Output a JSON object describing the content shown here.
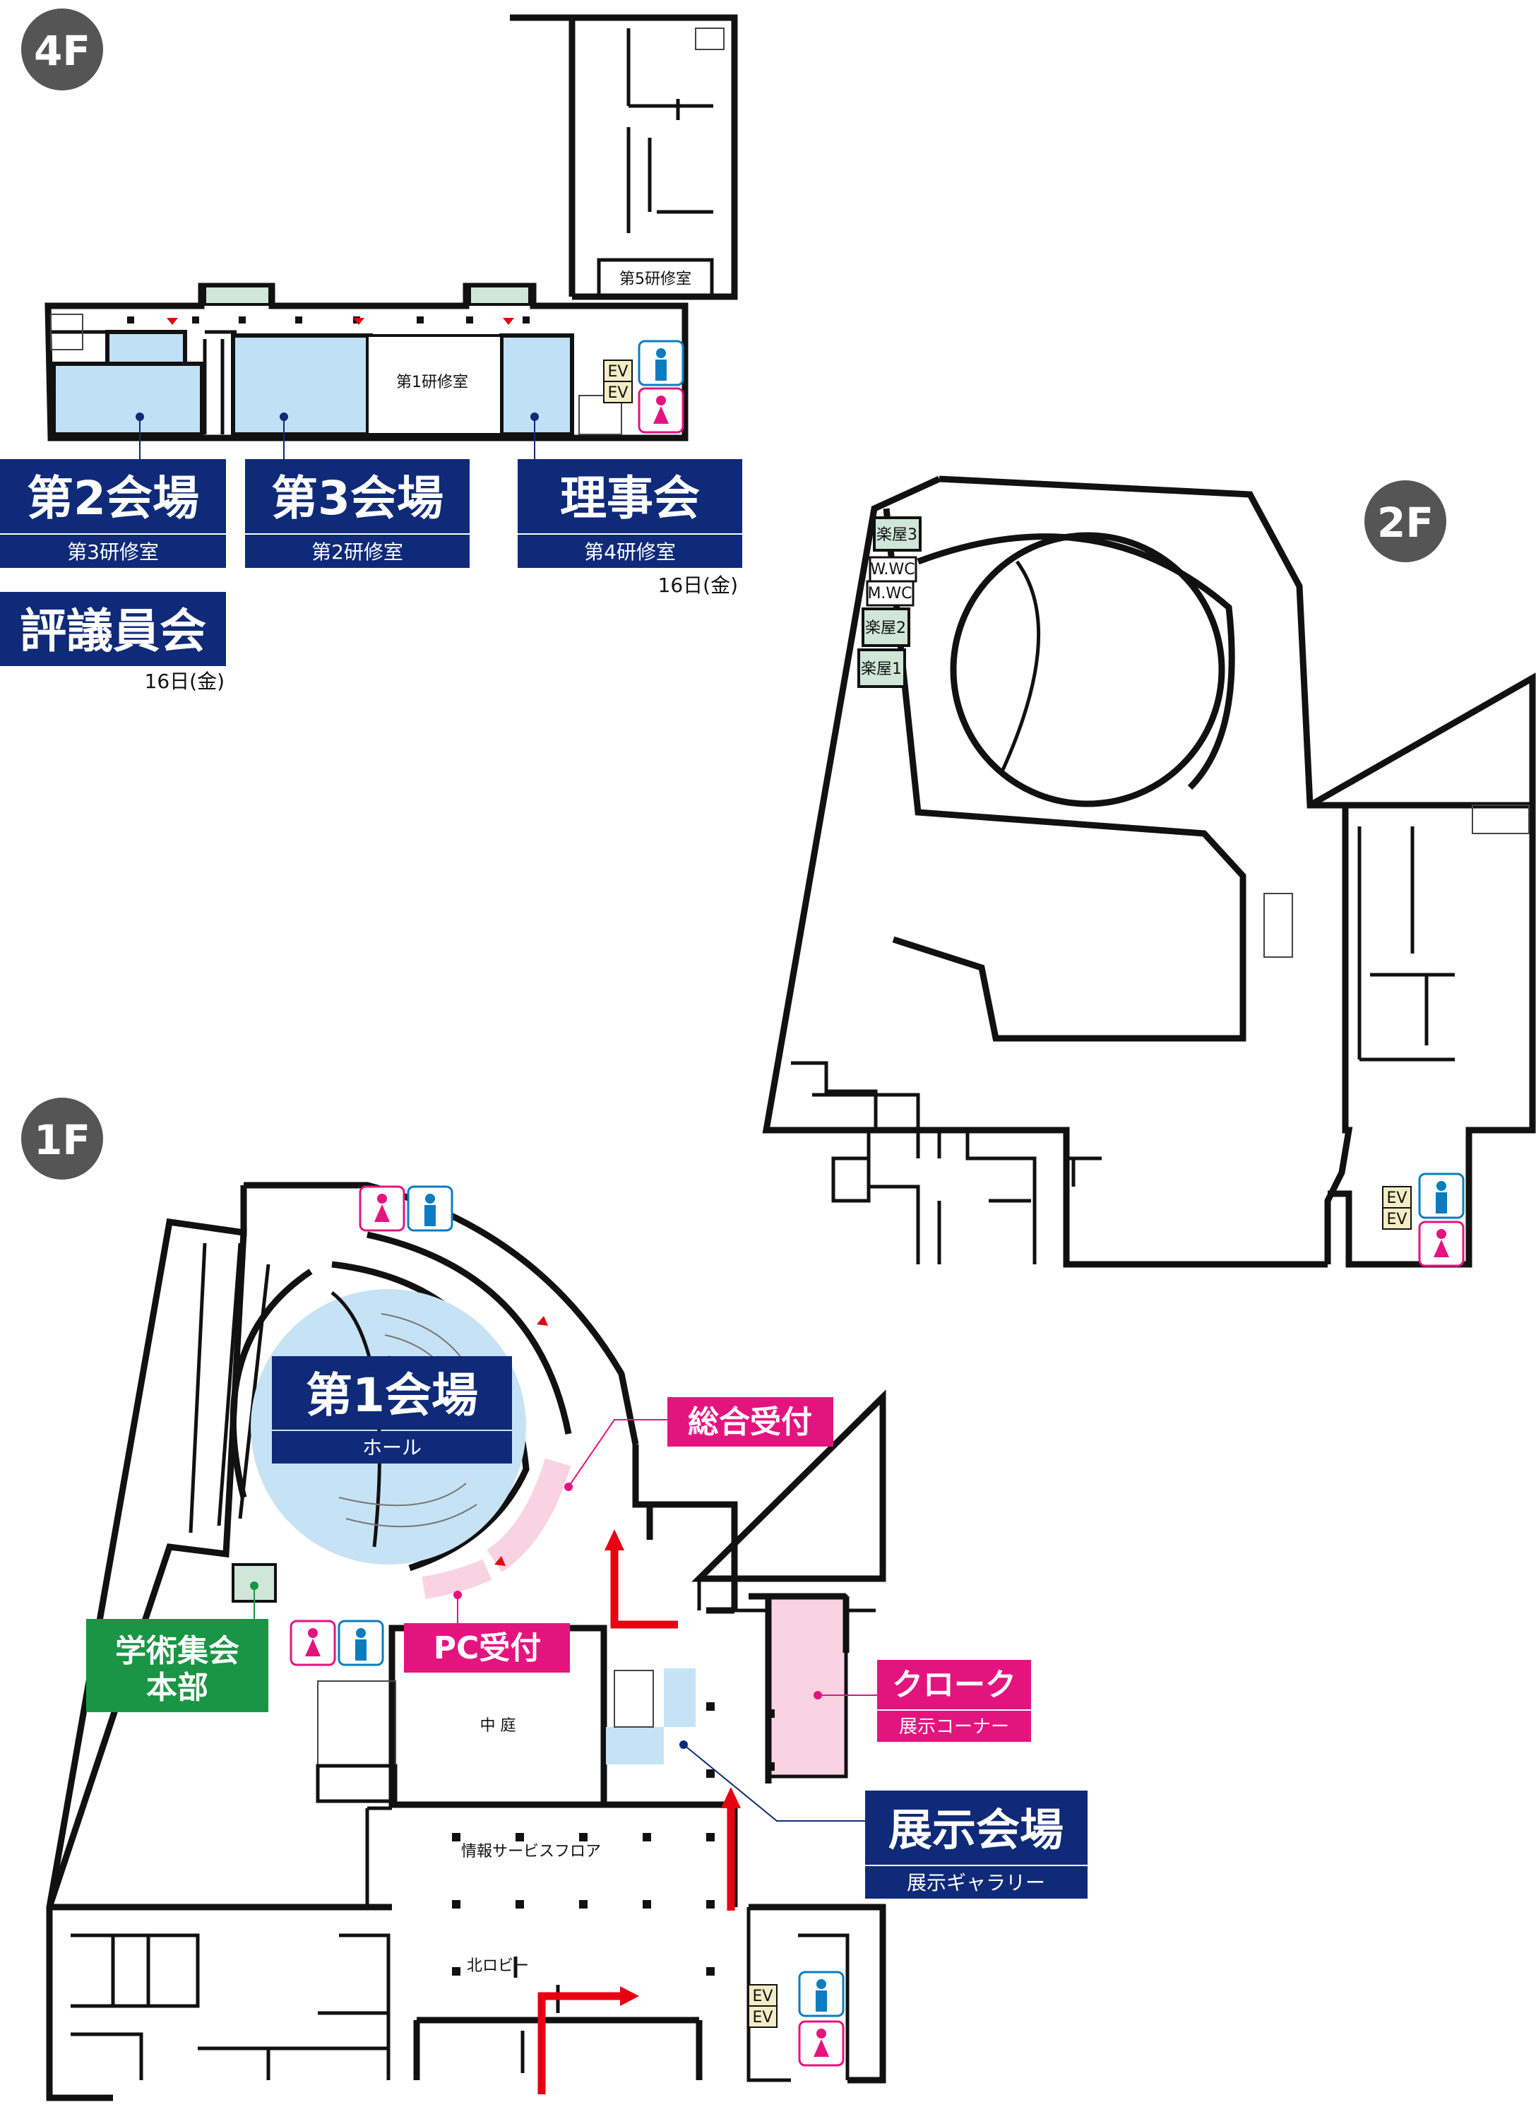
{
  "floors": {
    "f4": "4F",
    "f2": "2F",
    "f1": "1F"
  },
  "fourth_floor": {
    "room5": "第5研修室",
    "room1": "第1研修室",
    "ev1": "EV",
    "ev2": "EV",
    "venue2": {
      "title": "第2会場",
      "sub": "第3研修室"
    },
    "venue3": {
      "title": "第3会場",
      "sub": "第2研修室"
    },
    "board": {
      "title": "理事会",
      "sub": "第4研修室",
      "date": "16日(金)"
    },
    "council": {
      "title": "評議員会",
      "date": "16日(金)"
    }
  },
  "second_floor": {
    "dressing3": "楽屋3",
    "wwc": "W.WC",
    "mwc": "M.WC",
    "dressing2": "楽屋2",
    "dressing1": "楽屋1",
    "ev1": "EV",
    "ev2": "EV"
  },
  "first_floor": {
    "venue1": {
      "title": "第1会場",
      "sub": "ホール"
    },
    "general_reception": "総合受付",
    "pc_reception": "PC受付",
    "hq": {
      "line1": "学術集会",
      "line2": "本部"
    },
    "courtyard": "中 庭",
    "info_floor": "情報サービスフロア",
    "north_lobby": "北ロビー",
    "cloak": {
      "title": "クローク",
      "sub": "展示コーナー"
    },
    "exhibit": {
      "title": "展示会場",
      "sub": "展示ギャラリー"
    },
    "ev1": "EV",
    "ev2": "EV"
  },
  "colors": {
    "venue_navy": "#0f2a78",
    "reception_magenta": "#e4147f",
    "hq_green": "#1a9445",
    "room_blue": "#bfe0f5",
    "reception_pink": "#f9d3e1",
    "arrow_red": "#e60012",
    "floor_badge": "#555555"
  }
}
